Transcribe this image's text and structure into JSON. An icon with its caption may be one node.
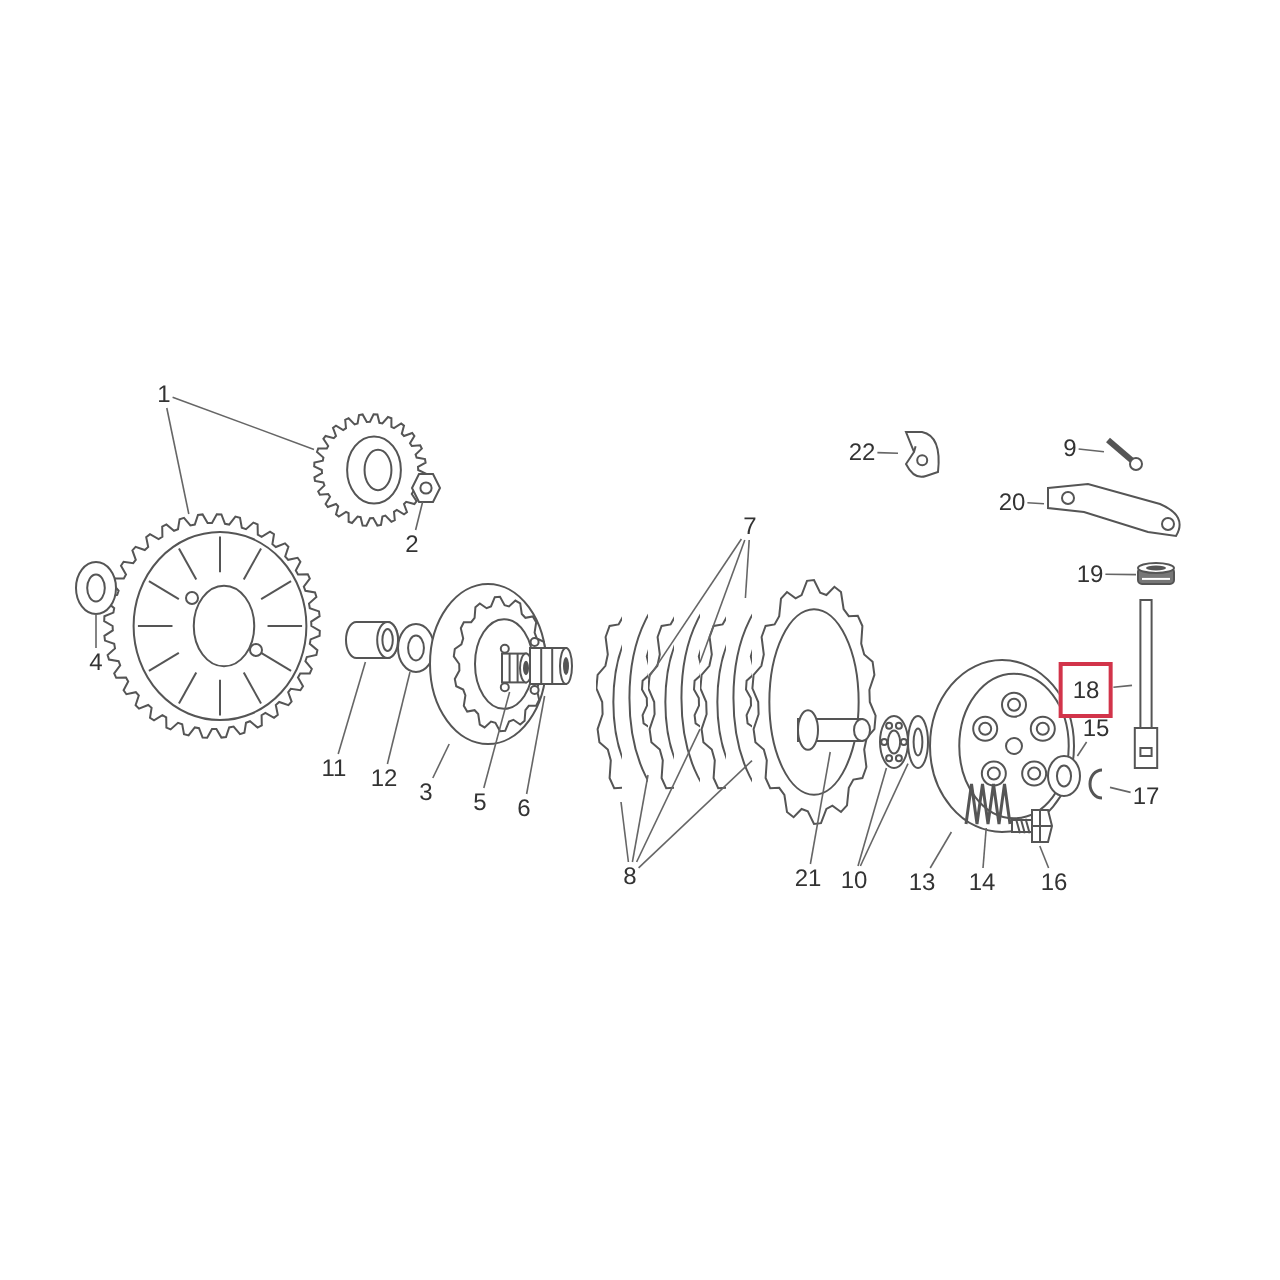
{
  "diagram": {
    "nodes": [
      {
        "text": [
          "1"
        ]
      },
      {
        "text": [
          "22"
        ]
      },
      {
        "text": [
          "9"
        ]
      },
      {
        "text": [
          "20"
        ]
      },
      {
        "text": [
          "2"
        ]
      },
      {
        "text": [
          "7"
        ]
      },
      {
        "text": [
          "19"
        ]
      },
      {
        "text": [
          "4"
        ]
      },
      {
        "text": [
          "18"
        ]
      },
      {
        "text": [
          "15"
        ]
      },
      {
        "text": [
          "17"
        ]
      },
      {
        "text": [
          "11"
        ]
      },
      {
        "text": [
          "12"
        ]
      },
      {
        "text": [
          "3"
        ]
      },
      {
        "text": [
          "5"
        ]
      },
      {
        "text": [
          "6"
        ]
      },
      {
        "text": [
          "21"
        ]
      },
      {
        "text": [
          "10"
        ]
      },
      {
        "text": [
          "13"
        ]
      },
      {
        "text": [
          "14"
        ]
      },
      {
        "text": [
          "16"
        ]
      },
      {
        "text": [
          "8"
        ]
      },
      {
        "text": [],
        "shape": "picture"
      },
      {
        "text": [],
        "shape": "picture"
      },
      {
        "text": [],
        "shape": "picture"
      },
      {
        "text": [],
        "shape": "picture"
      },
      {
        "text": [],
        "shape": "picture"
      },
      {
        "text": [],
        "shape": "picture"
      },
      {
        "text": [],
        "shape": "picture"
      },
      {
        "text": [],
        "shape": "picture"
      },
      {
        "text": [],
        "shape": "picture"
      },
      {
        "text": [],
        "shape": "picture"
      },
      {
        "text": [],
        "shape": "picture"
      },
      {
        "text": [],
        "shape": "picture",
        "in": 32
      },
      {
        "text": [],
        "shape": "picture"
      },
      {
        "text": [],
        "shape": "picture"
      },
      {
        "text": [],
        "shape": "picture"
      },
      {
        "text": [],
        "shape": "picture"
      },
      {
        "text": [],
        "shape": "picture"
      },
      {
        "text": [],
        "shape": "picture"
      },
      {
        "text": [],
        "shape": "picture"
      },
      {
        "text": [],
        "shape": "picture"
      },
      {
        "text": [],
        "shape": "picture",
        "in": 41
      },
      {
        "text": [],
        "shape": "picture"
      },
      {
        "text": [],
        "shape": "picture"
      },
      {
        "text": [],
        "shape": "picture"
      },
      {
        "text": [],
        "shape": "picture",
        "in": 45
      },
      {
        "text": [],
        "shape": "picture"
      },
      {
        "text": [],
        "shape": "picture"
      },
      {
        "text": [],
        "shape": "picture"
      },
      {
        "text": [],
        "shape": "picture"
      }
    ],
    "edges": [
      {
        "from": 0,
        "to": 22,
        "arrow": "none"
      },
      {
        "from": 0,
        "to": 23,
        "arrow": "none"
      },
      {
        "from": 1,
        "to": 24,
        "arrow": "none"
      },
      {
        "from": 2,
        "to": 25,
        "arrow": "none"
      },
      {
        "from": 3,
        "to": 26,
        "arrow": "none"
      },
      {
        "from": 4,
        "to": 27,
        "arrow": "none"
      },
      {
        "from": 5,
        "to": 36,
        "arrow": "none"
      },
      {
        "from": 5,
        "to": 38,
        "arrow": "none"
      },
      {
        "from": 5,
        "to": 40,
        "arrow": "none"
      },
      {
        "from": 6,
        "to": 28,
        "arrow": "none"
      },
      {
        "from": 7,
        "to": 29,
        "arrow": "none"
      },
      {
        "from": 8,
        "to": 50,
        "arrow": "none"
      },
      {
        "from": 9,
        "to": 48,
        "arrow": "none"
      },
      {
        "from": 10,
        "to": 49,
        "arrow": "none"
      },
      {
        "from": 11,
        "to": 30,
        "arrow": "none"
      },
      {
        "from": 12,
        "to": 31,
        "arrow": "none"
      },
      {
        "from": 13,
        "to": 32,
        "arrow": "none"
      },
      {
        "from": 14,
        "to": 33,
        "arrow": "none"
      },
      {
        "from": 15,
        "to": 34,
        "arrow": "none"
      },
      {
        "from": 16,
        "to": 42,
        "arrow": "none"
      },
      {
        "from": 17,
        "to": 43,
        "arrow": "none"
      },
      {
        "from": 17,
        "to": 44,
        "arrow": "none"
      },
      {
        "from": 18,
        "to": 45,
        "arrow": "none"
      },
      {
        "from": 19,
        "to": 46,
        "arrow": "none"
      },
      {
        "from": 20,
        "to": 47,
        "arrow": "none"
      },
      {
        "from": 21,
        "to": 35,
        "arrow": "none"
      },
      {
        "from": 21,
        "to": 37,
        "arrow": "none"
      },
      {
        "from": 21,
        "to": 39,
        "arrow": "none"
      },
      {
        "from": 21,
        "to": 41,
        "arrow": "none"
      }
    ]
  }
}
